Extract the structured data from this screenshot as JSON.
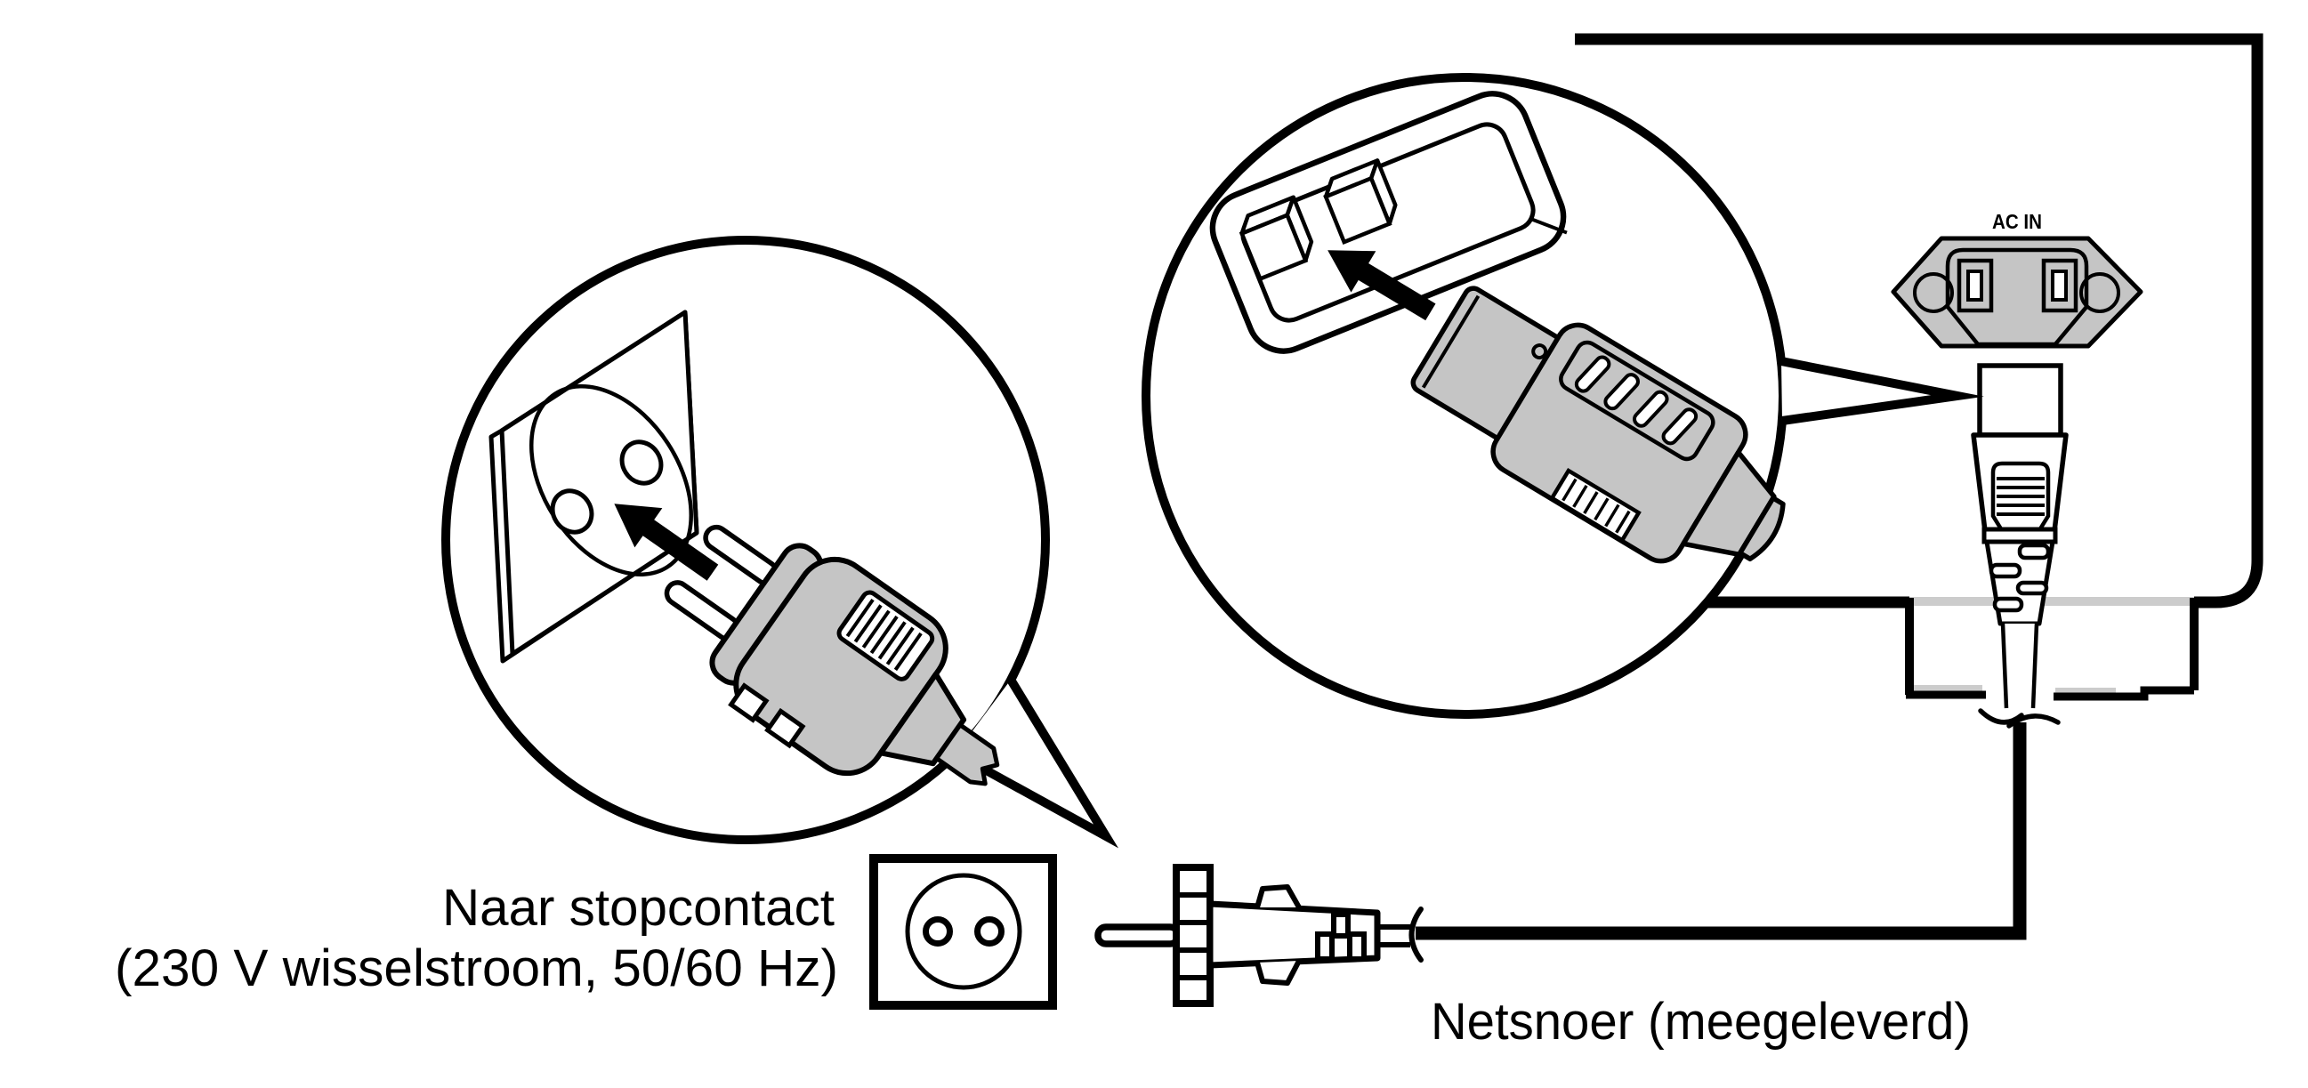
{
  "figure": {
    "type": "manual-connection-diagram",
    "colors": {
      "background": "#ffffff",
      "line": "#000000",
      "metal_gray": "#c5c5c5",
      "shadow_gray": "#cccccc"
    }
  },
  "panel": {
    "ac_in_label": "AC IN"
  },
  "labels": {
    "outlet_line1": "Naar stopcontact",
    "outlet_line2": "(230 V wisselstroom, 50/60 Hz)",
    "cord": "Netsnoer (meegeleverd)"
  }
}
